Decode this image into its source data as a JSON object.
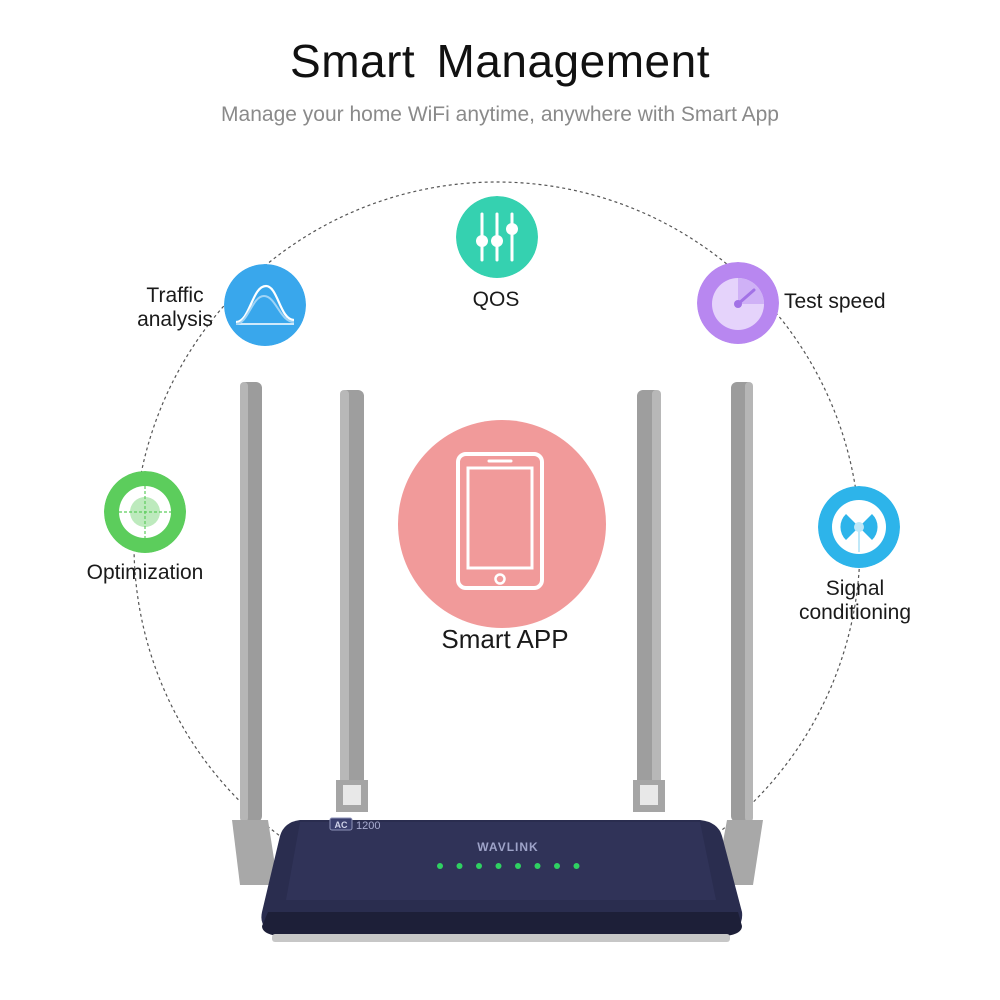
{
  "header": {
    "title": "Smart  Management",
    "subtitle": "Manage your home WiFi anytime, anywhere with Smart App"
  },
  "features": {
    "traffic": {
      "label_line1": "Traffic",
      "label_line2": "analysis",
      "icon": "wave-chart-icon",
      "color": "#39a7ec"
    },
    "qos": {
      "label": "QOS",
      "icon": "sliders-icon",
      "color": "#35d1b0"
    },
    "speed": {
      "label": "Test speed",
      "icon": "speedometer-icon",
      "color": "#b887f0"
    },
    "optimization": {
      "label": "Optimization",
      "icon": "target-icon",
      "color": "#5ccd5c"
    },
    "signal": {
      "label_line1": "Signal",
      "label_line2": "conditioning",
      "icon": "signal-antenna-icon",
      "color": "#2db4ea"
    }
  },
  "center": {
    "label": "Smart APP",
    "icon": "smartphone-icon",
    "color": "#f19a9a"
  },
  "router": {
    "brand": "WAVLINK",
    "badge_ac": "AC",
    "badge_model": "1200",
    "led_count": 8,
    "led_color": "#2fd162",
    "body_color": "#2a2d4f"
  }
}
